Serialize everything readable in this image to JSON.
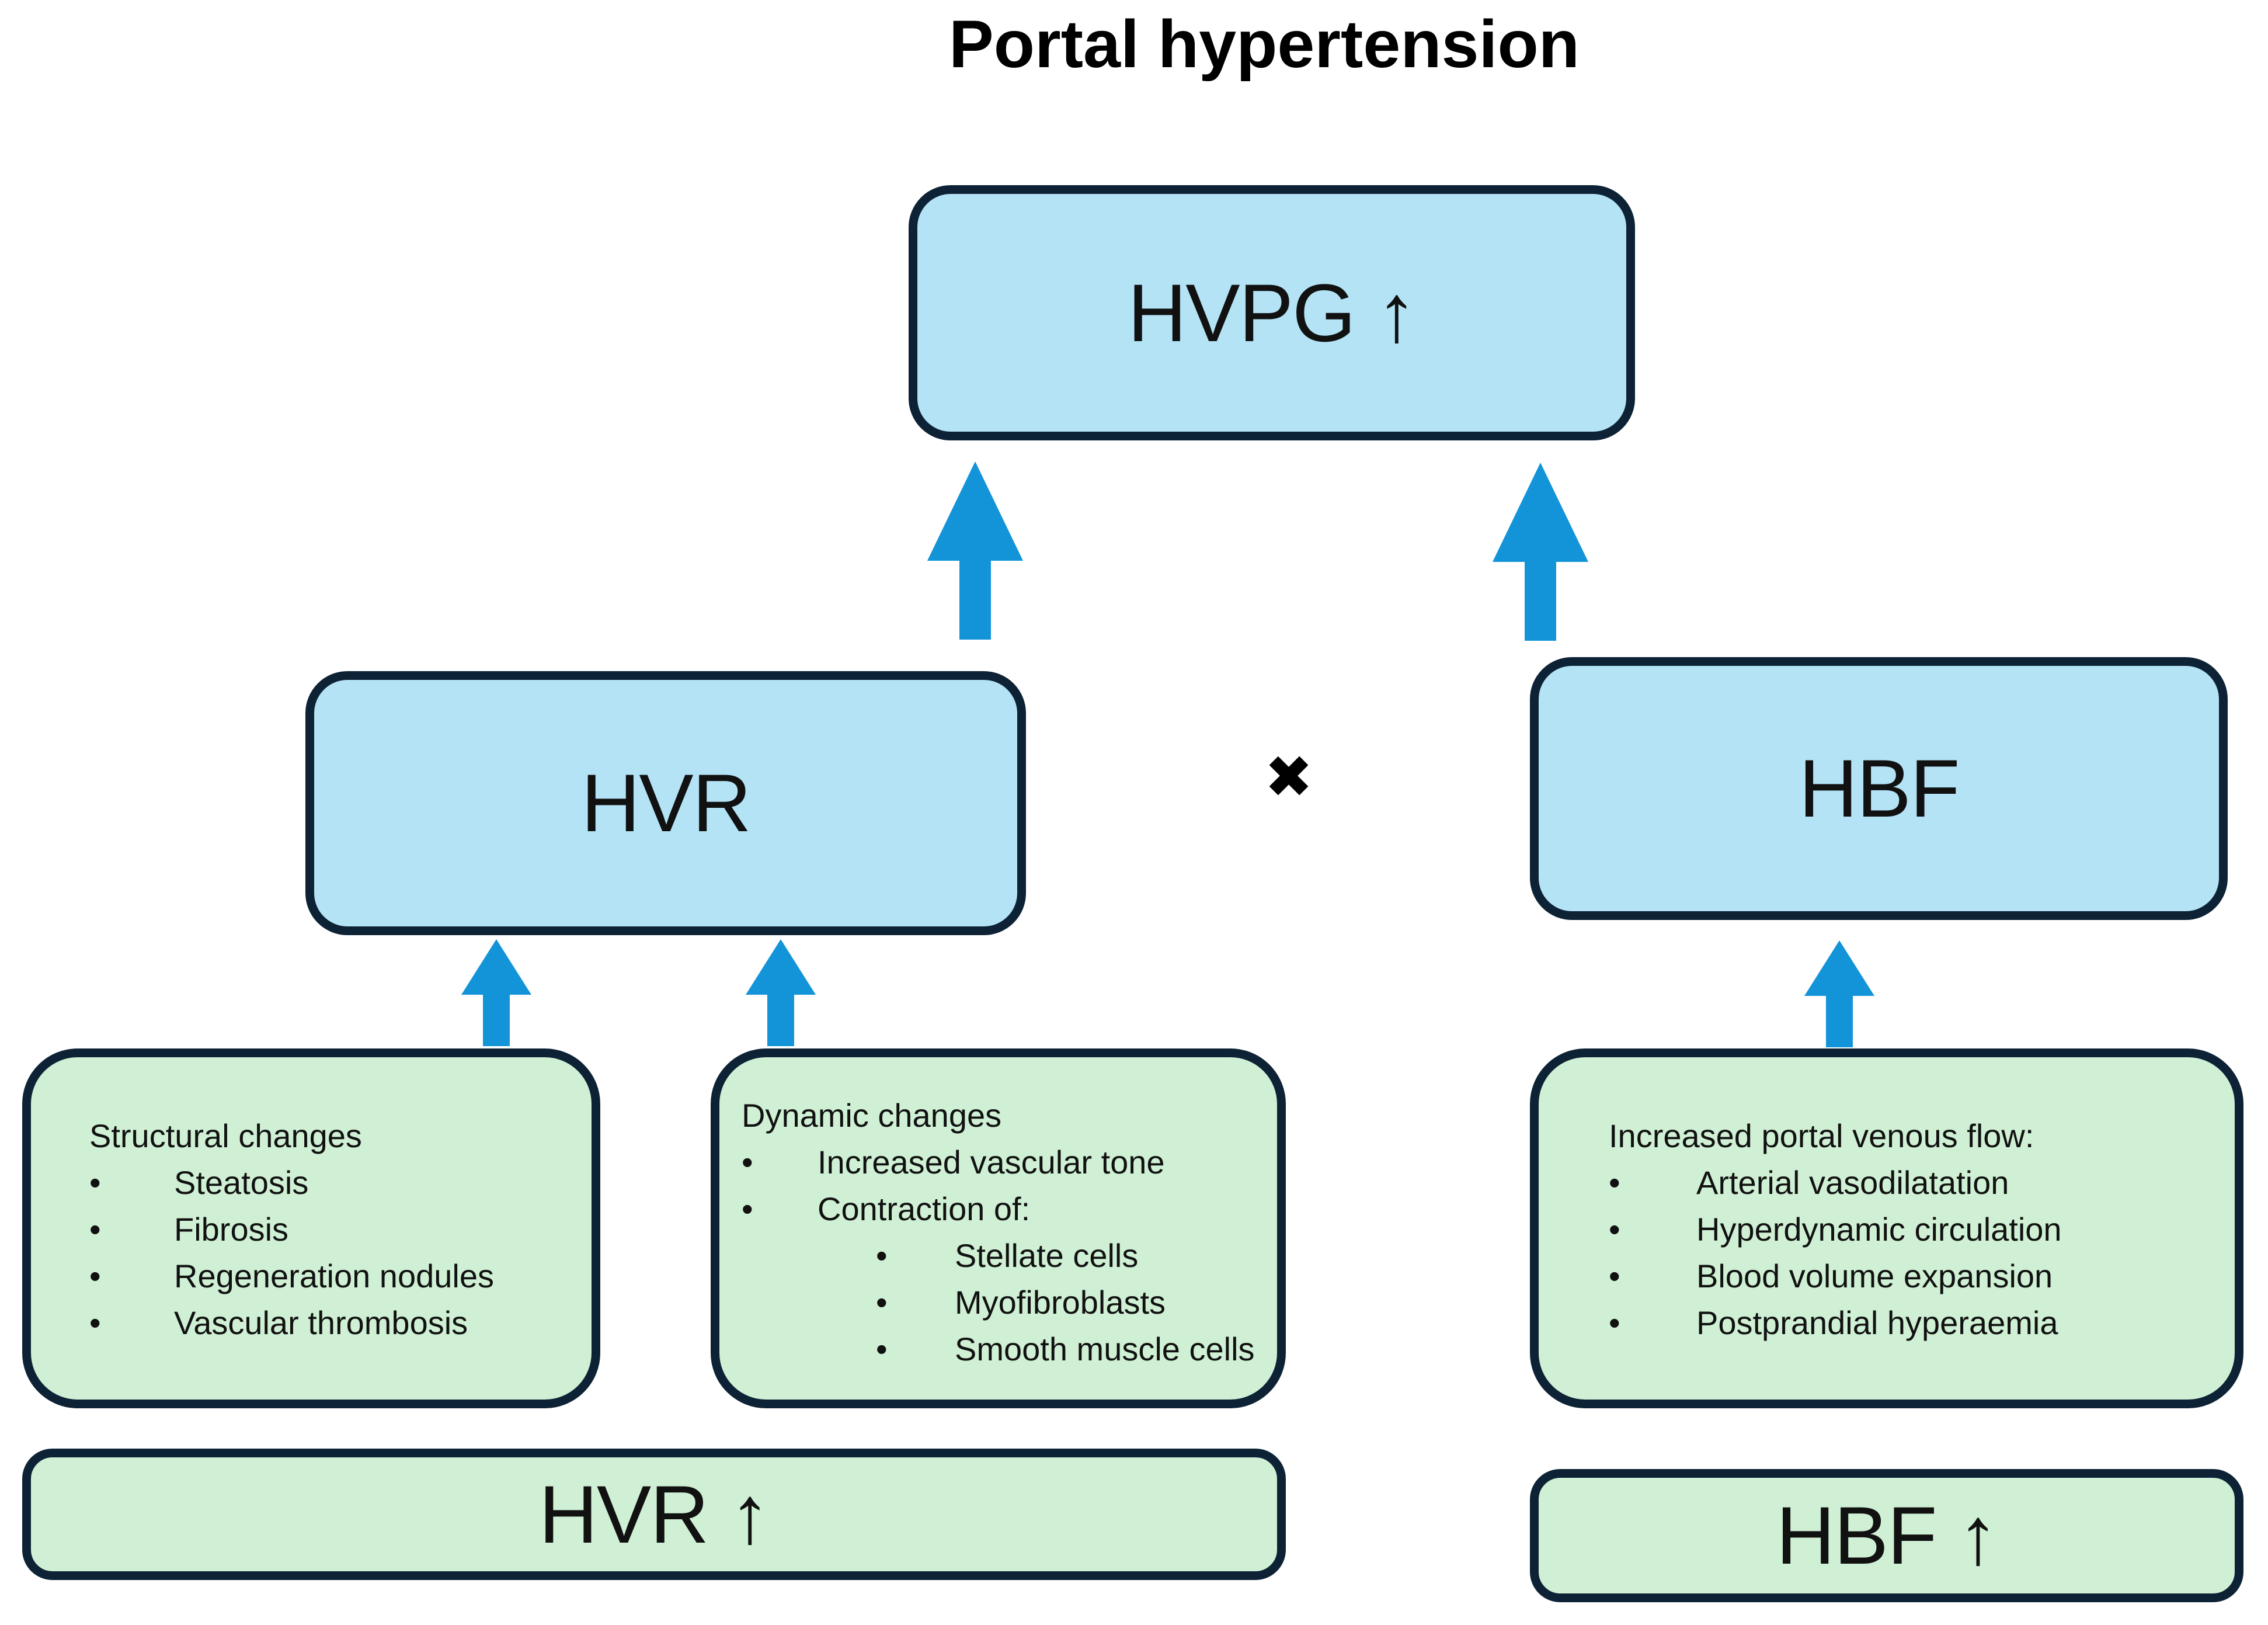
{
  "title": "Portal hypertension",
  "glyphs": {
    "bullet": "•",
    "multiply": "✖"
  },
  "colors": {
    "box_blue": "#b3e3f5",
    "box_green": "#cff0d4",
    "border_navy": "#0d2235",
    "arrow_blue": "#1494d8",
    "text_dark": "#111111"
  },
  "nodes": {
    "hvpg": {
      "label": "HVPG ↑"
    },
    "hvr": {
      "label": "HVR"
    },
    "hbf": {
      "label": "HBF"
    },
    "structural": {
      "heading": "Structural changes",
      "bullets": [
        "Steatosis",
        "Fibrosis",
        "Regeneration nodules",
        "Vascular thrombosis"
      ]
    },
    "dynamic": {
      "heading": "Dynamic changes",
      "bullets": [
        "Increased vascular tone",
        "Contraction of:"
      ],
      "sub_bullets": [
        "Stellate cells",
        "Myofibroblasts",
        "Smooth muscle cells"
      ]
    },
    "portal_flow": {
      "heading": "Increased portal venous flow:",
      "bullets": [
        "Arterial vasodilatation",
        "Hyperdynamic circulation",
        "Blood volume expansion",
        "Postprandial hyperaemia"
      ]
    },
    "hvr_result": {
      "label": "HVR ↑"
    },
    "hbf_result": {
      "label": "HBF ↑"
    }
  }
}
